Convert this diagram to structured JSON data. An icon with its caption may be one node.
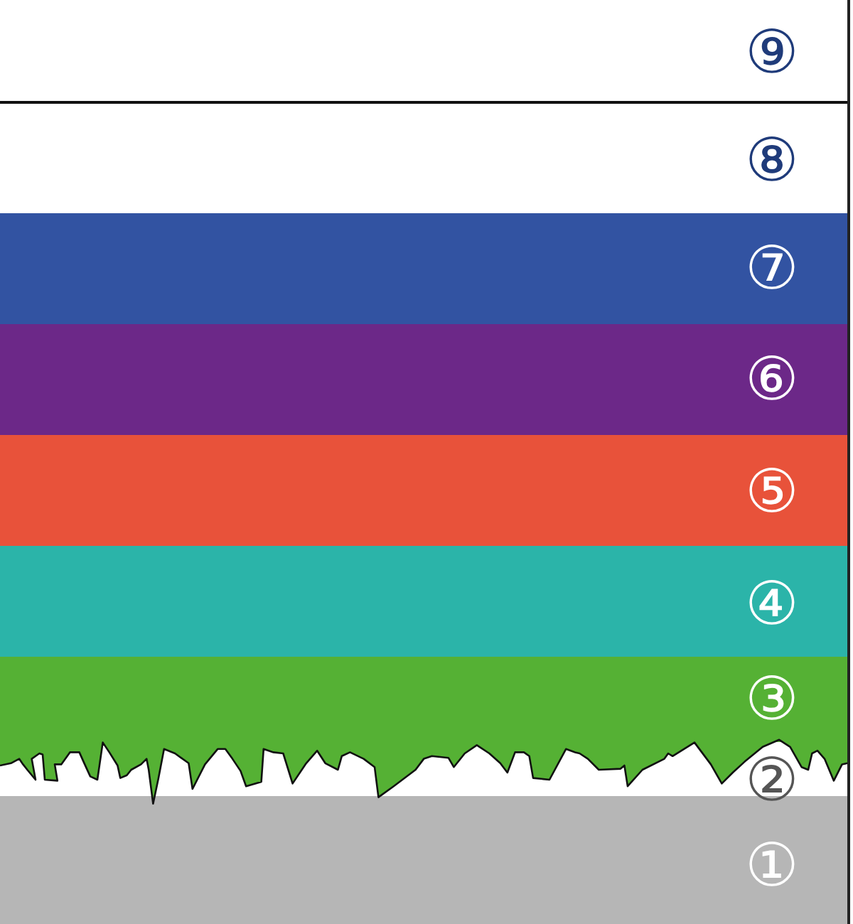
{
  "diagram": {
    "nodes": [
      {
        "text": [
          "⑨"
        ]
      },
      {
        "text": [
          "⑧"
        ]
      },
      {
        "text": [
          "⑦"
        ]
      },
      {
        "text": [
          "⑥"
        ]
      },
      {
        "text": [
          "⑤"
        ]
      },
      {
        "text": [
          "④"
        ]
      },
      {
        "text": [
          "③"
        ]
      },
      {
        "text": [
          "②"
        ]
      },
      {
        "text": [
          "①"
        ]
      }
    ]
  }
}
